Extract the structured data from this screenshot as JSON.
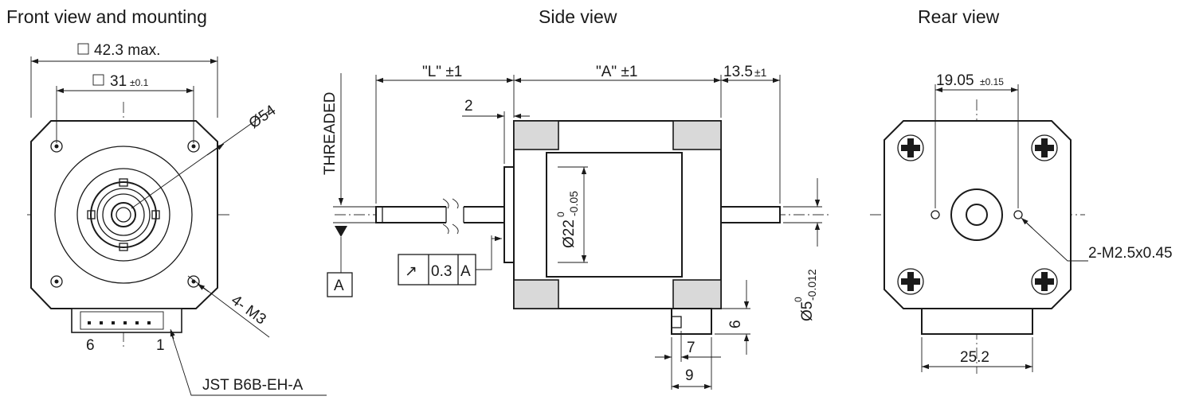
{
  "titles": {
    "front": "Front view and mounting",
    "side": "Side view",
    "rear": "Rear view"
  },
  "front": {
    "dim_outer": "42.3 max.",
    "dim_hole_value": "31",
    "dim_hole_tol": "±0.1",
    "dim_diameter": "Ø54",
    "dim_holes": "4- M3",
    "pin_left": "6",
    "pin_right": "1",
    "connector": "JST B6B-EH-A"
  },
  "side": {
    "threaded": "THREADED",
    "dim_L": "\"L\" ±1",
    "dim_A": "\"A\" ±1",
    "dim_rear_value": "13.5",
    "dim_rear_tol": "±1",
    "dim_2": "2",
    "dim_22_value": "Ø22",
    "dim_22_tol_upper": "0",
    "dim_22_tol_lower": "-0.05",
    "dim_5_value": "Ø5",
    "dim_5_tol_upper": "0",
    "dim_5_tol_lower": "-0.012",
    "datum": "A",
    "fcf_symbol": "↗",
    "fcf_value": "0.3",
    "fcf_datum": "A",
    "dim_6": "6",
    "dim_7": "7",
    "dim_9": "9"
  },
  "rear": {
    "dim_top_value": "19.05",
    "dim_top_tol": "±0.15",
    "dim_holes": "2-M2.5x0.45",
    "dim_bottom": "25.2"
  }
}
